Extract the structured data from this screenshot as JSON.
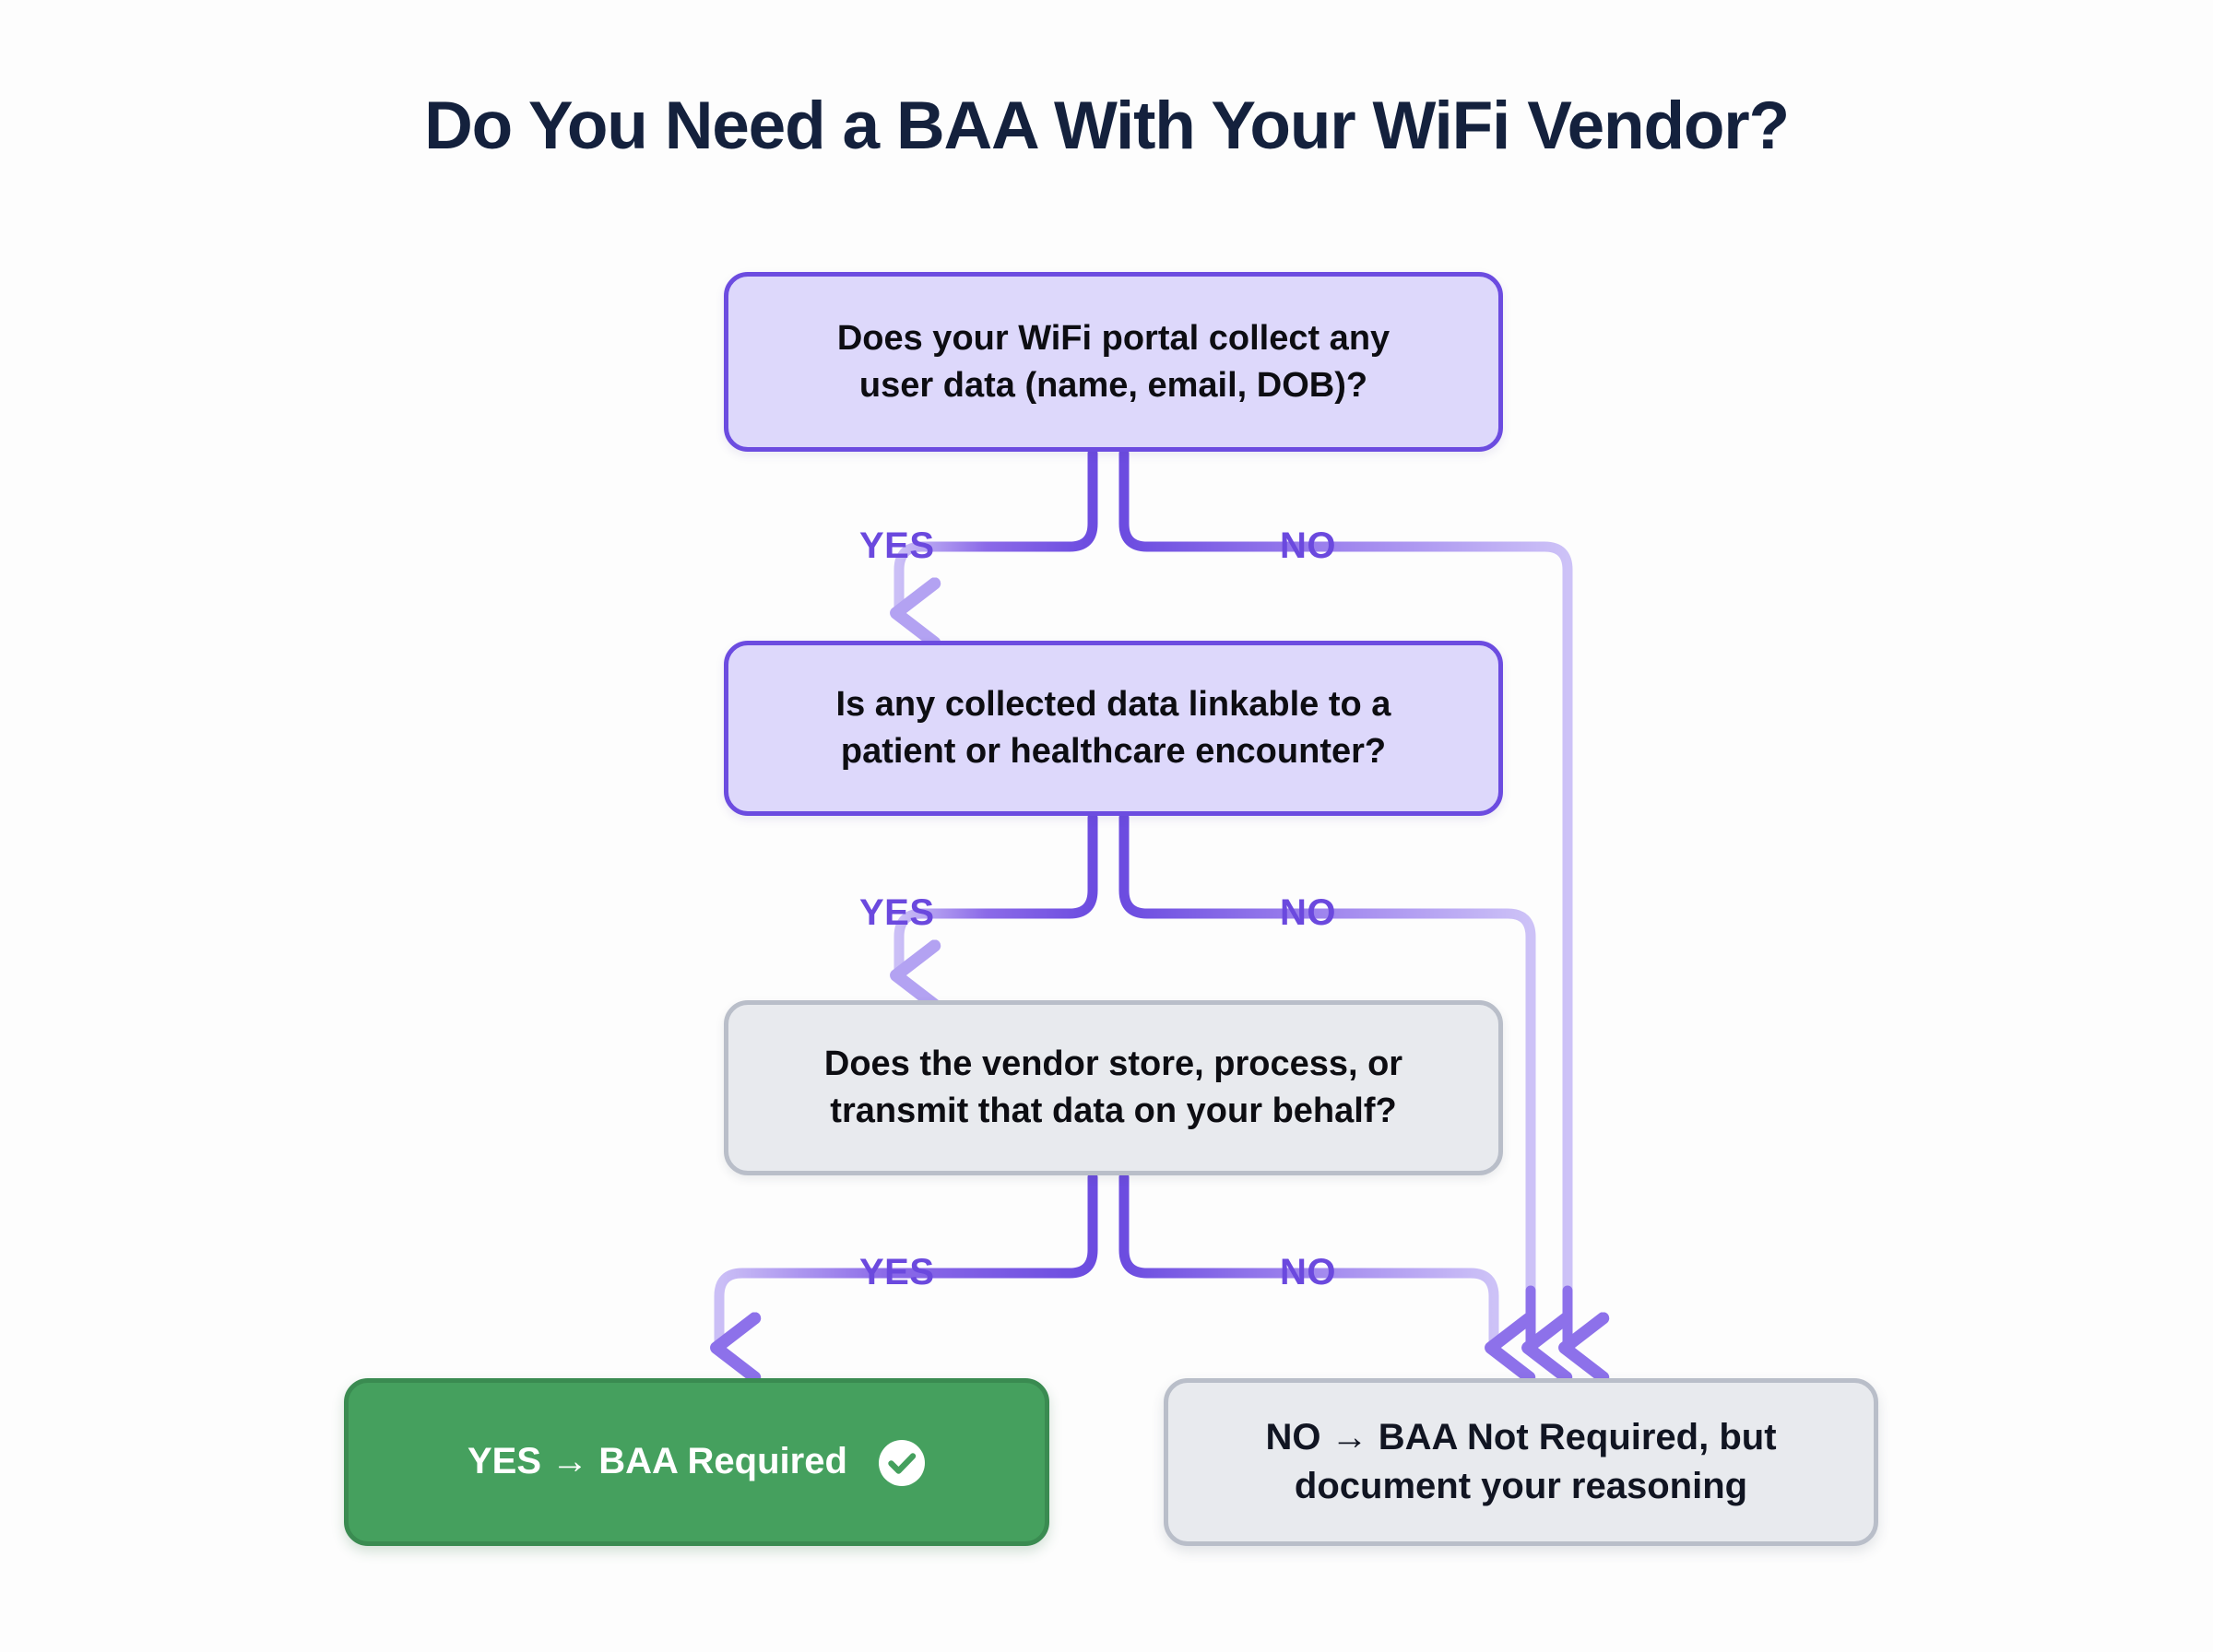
{
  "page": {
    "title": "Do You Need a BAA With Your WiFi Vendor?",
    "background_color": "#fdfdfd",
    "title_color": "#14213d"
  },
  "theme": {
    "accent_purple": "#6c4ce0",
    "accent_purple_light": "#c9bdf5",
    "decision_fill": "#ddd8fb",
    "neutral_fill": "#e8eaee",
    "neutral_border": "#b9bec9",
    "success_fill": "#45a05e",
    "success_border": "#3a8b51",
    "label_color": "#6b49de",
    "text_color": "#0d0d12"
  },
  "flowchart": {
    "type": "decision-tree",
    "nodes": [
      {
        "id": "q1",
        "kind": "decision",
        "line1": "Does your WiFi portal collect any",
        "line2": "user data (name, email, DOB)?"
      },
      {
        "id": "q2",
        "kind": "decision",
        "line1": "Is any collected data linkable to a",
        "line2": "patient or healthcare encounter?"
      },
      {
        "id": "q3",
        "kind": "neutral",
        "line1": "Does the vendor store, process, or",
        "line2": "transmit that data on your behalf?"
      },
      {
        "id": "outcome-yes",
        "kind": "success",
        "prefix": "YES",
        "arrow": "→",
        "text": "BAA Required",
        "icon": "check-circle-icon"
      },
      {
        "id": "outcome-no",
        "kind": "neutral-outcome",
        "prefix": "NO",
        "arrow": "→",
        "line1": "BAA Not Required, but",
        "line2": "document your reasoning"
      }
    ],
    "branch_labels": {
      "yes": "YES",
      "no": "NO"
    },
    "edges": [
      {
        "from": "q1",
        "label": "YES",
        "to": "q2"
      },
      {
        "from": "q1",
        "label": "NO",
        "to": "outcome-no"
      },
      {
        "from": "q2",
        "label": "YES",
        "to": "q3"
      },
      {
        "from": "q2",
        "label": "NO",
        "to": "outcome-no"
      },
      {
        "from": "q3",
        "label": "YES",
        "to": "outcome-yes"
      },
      {
        "from": "q3",
        "label": "NO",
        "to": "outcome-no"
      }
    ]
  }
}
